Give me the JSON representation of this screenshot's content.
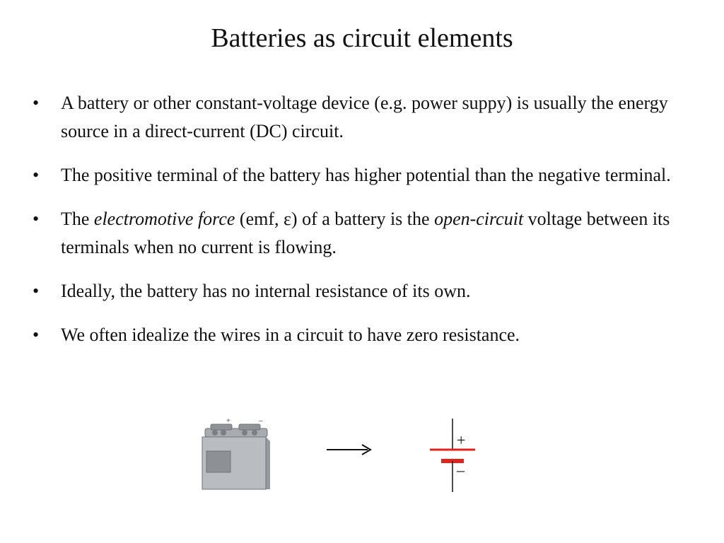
{
  "slide": {
    "title": "Batteries as circuit elements",
    "bullets": [
      {
        "text": "A battery or other constant-voltage device (e.g. power suppy) is usually the energy source in a direct-current (DC) circuit."
      },
      {
        "text": "The positive terminal of the battery has higher potential than the negative terminal."
      },
      {
        "part1": "The ",
        "em1": "electromotive force",
        "part2": " (emf, ε) of a battery is the ",
        "em2": "open-circuit",
        "part3": " voltage between its terminals when no current is flowing."
      },
      {
        "text": "Ideally, the battery has no internal resistance of its own."
      },
      {
        "text": "We often idealize the wires in a circuit to have zero resistance."
      }
    ]
  },
  "figure": {
    "battery_plus": "+",
    "battery_minus": "–",
    "arrow": "⟶",
    "symbol_plus": "+",
    "symbol_minus": "–",
    "icons": [
      "car-battery-icon",
      "right-arrow-icon",
      "battery-circuit-symbol"
    ],
    "colors": {
      "battery_body": "#b9bdc1",
      "battery_side": "#969a9f",
      "battery_screen": "#8d9195",
      "symbol_red": "#e0241b"
    }
  }
}
